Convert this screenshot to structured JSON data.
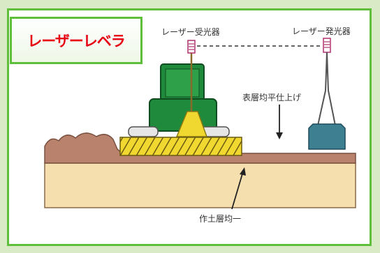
{
  "title": "レーザーレベラ",
  "labels": {
    "receiver": "レーザー受光器",
    "emitter": "レーザー発光器",
    "surface_leveling": "表層均平仕上げ",
    "soil_layer": "作土層均一"
  },
  "colors": {
    "frame": "#5fbf3a",
    "title": "#e60012",
    "soil": "#f6dfae",
    "topsoil": "#b9826c",
    "tractor": "#1f8a3b",
    "blade": "#f0d830",
    "emitter_base": "#3e7f92"
  }
}
